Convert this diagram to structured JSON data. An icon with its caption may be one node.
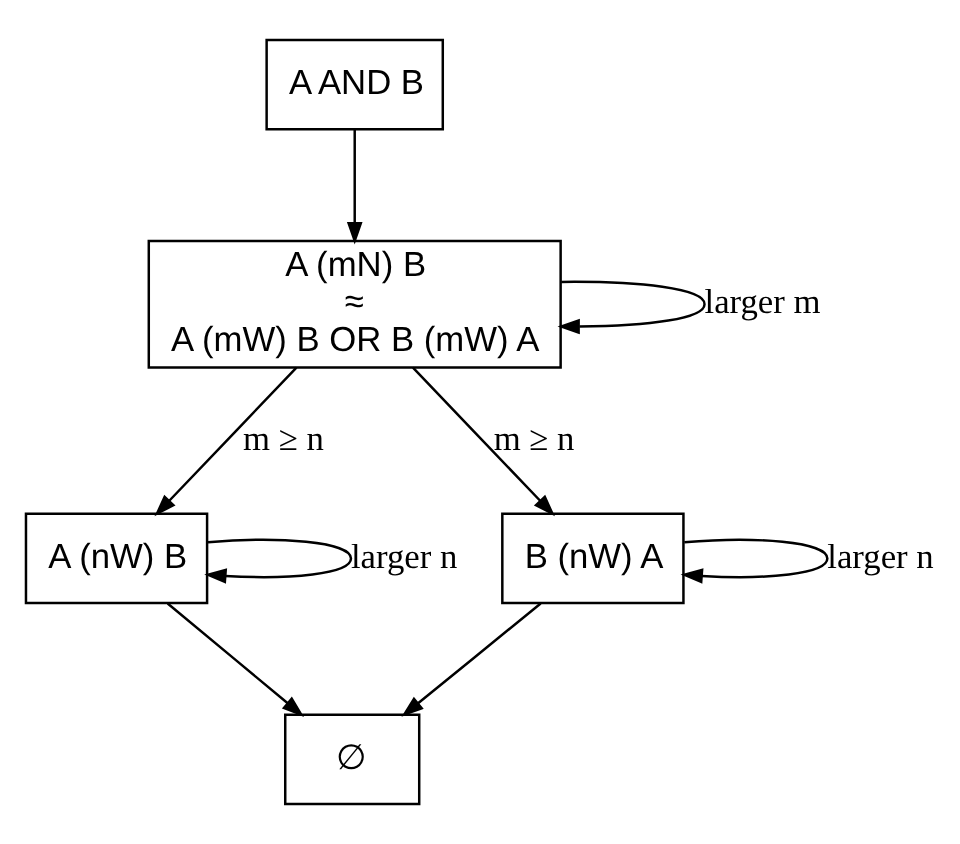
{
  "diagram": {
    "nodes": [
      {
        "text": [
          "A AND B"
        ]
      },
      {
        "text": [
          "A (mN) B",
          "≈",
          "A (mW) B OR B (mW) A"
        ]
      },
      {
        "text": [
          "A (nW) B"
        ]
      },
      {
        "text": [
          "B (nW) A"
        ]
      },
      {
        "text": [
          "∅"
        ]
      }
    ],
    "edges": [
      {
        "from": 0,
        "to": 1,
        "arrow": "to"
      },
      {
        "from": 1,
        "to": 2,
        "arrow": "to",
        "label": "m ≥ n"
      },
      {
        "from": 1,
        "to": 1,
        "arrow": "to",
        "label": "larger m"
      },
      {
        "from": 1,
        "to": 3,
        "arrow": "to",
        "label": "m ≥ n"
      },
      {
        "from": 2,
        "to": 2,
        "arrow": "to",
        "label": "larger n"
      },
      {
        "from": 3,
        "to": 3,
        "arrow": "to",
        "label": "larger n"
      },
      {
        "from": 2,
        "to": 4,
        "arrow": "to"
      },
      {
        "from": 3,
        "to": 4,
        "arrow": "to"
      }
    ]
  }
}
